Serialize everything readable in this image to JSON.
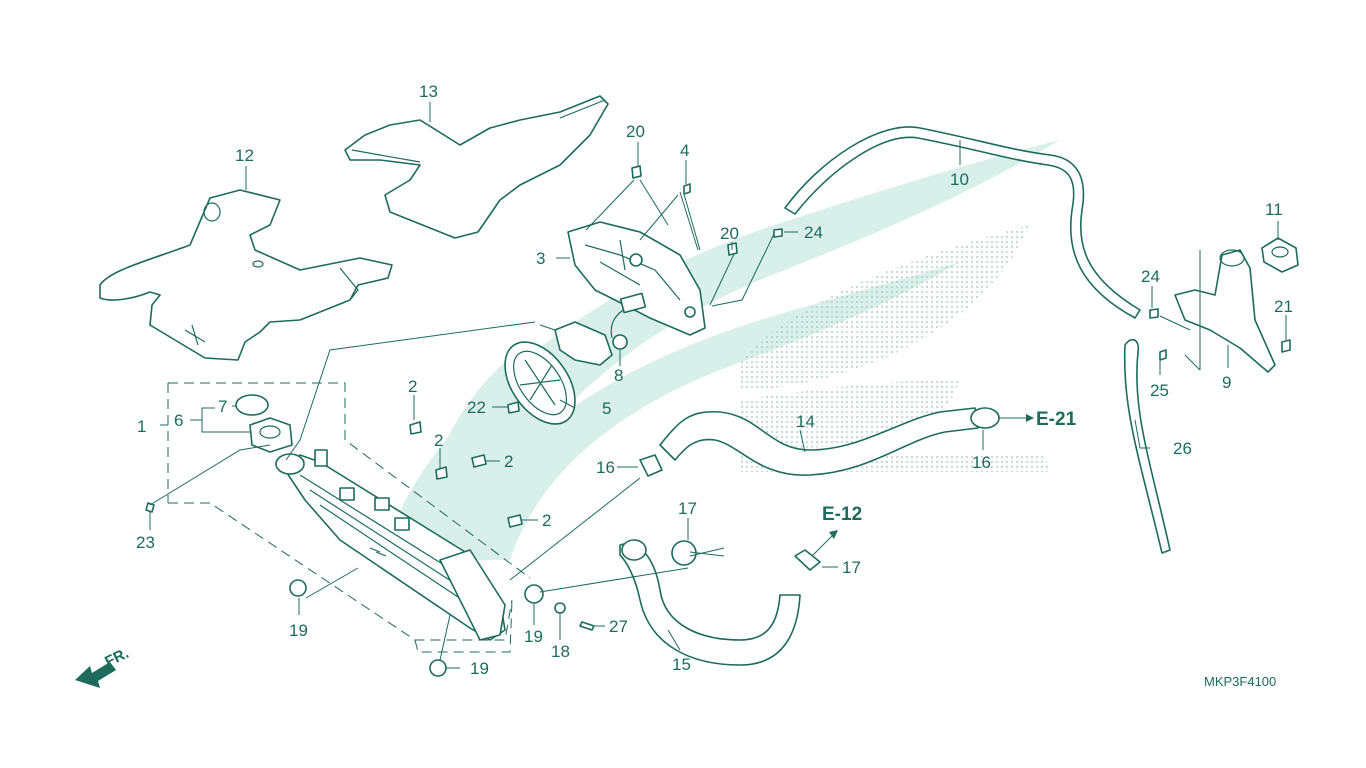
{
  "diagram": {
    "drawing_code": "MKP3F4100",
    "front_marker": "FR.",
    "references": [
      "E-21",
      "E-12"
    ],
    "callouts": [
      "1",
      "2",
      "2",
      "2",
      "2",
      "3",
      "4",
      "5",
      "6",
      "7",
      "8",
      "9",
      "10",
      "11",
      "12",
      "13",
      "14",
      "15",
      "16",
      "16",
      "17",
      "17",
      "18",
      "19",
      "19",
      "19",
      "20",
      "20",
      "21",
      "22",
      "23",
      "24",
      "24",
      "25",
      "26",
      "27"
    ]
  },
  "colors": {
    "line": "#1e6b5c",
    "watermark": "#d9efe9",
    "background": "#ffffff"
  }
}
